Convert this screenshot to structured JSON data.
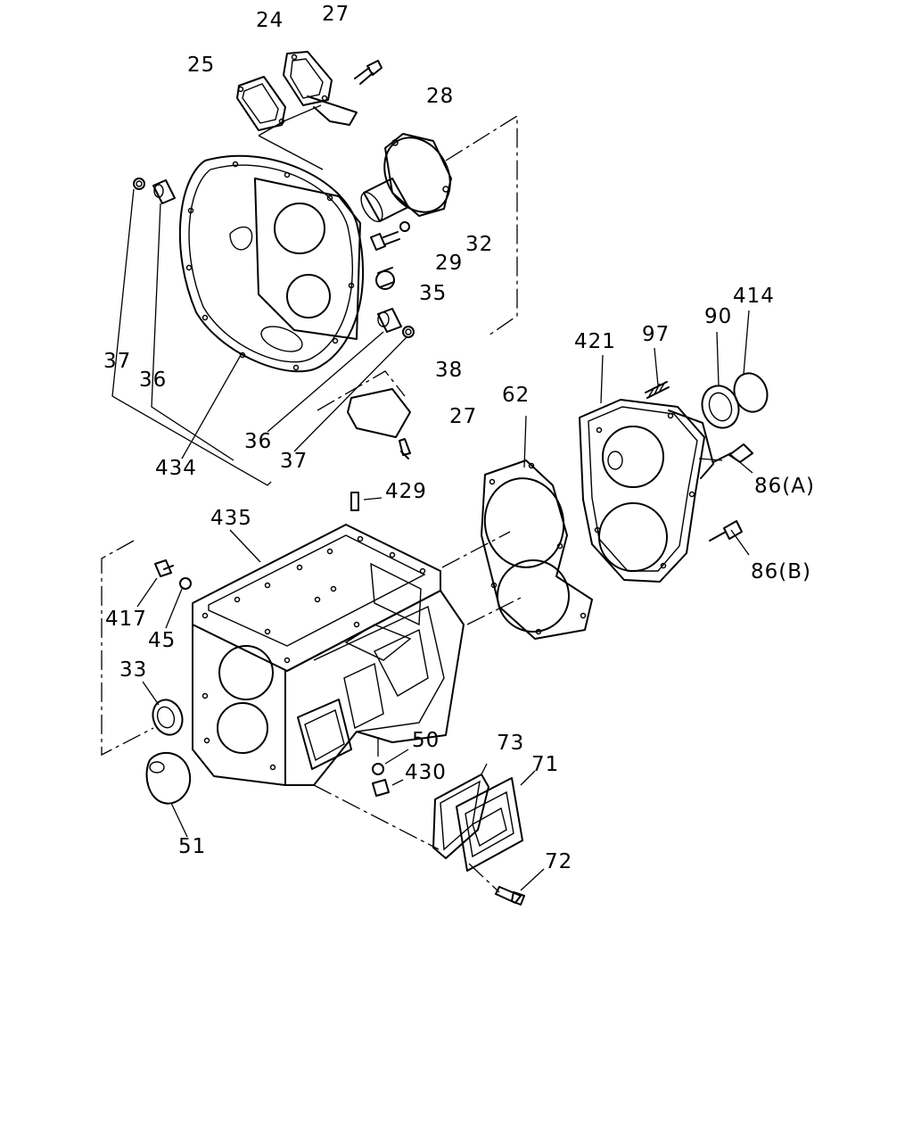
{
  "callouts": {
    "c24": "24",
    "c27a": "27",
    "c25": "25",
    "c28": "28",
    "c32": "32",
    "c29": "29",
    "c35": "35",
    "c37a": "37",
    "c36a": "36",
    "c38": "38",
    "c27b": "27",
    "c36b": "36",
    "c37b": "37",
    "c434": "434",
    "c62": "62",
    "c421": "421",
    "c97": "97",
    "c90": "90",
    "c414": "414",
    "c86a": "86(A)",
    "c86b": "86(B)",
    "c429": "429",
    "c435": "435",
    "c417": "417",
    "c45": "45",
    "c33": "33",
    "c50": "50",
    "c430": "430",
    "c73": "73",
    "c71": "71",
    "c72": "72",
    "c51": "51"
  }
}
